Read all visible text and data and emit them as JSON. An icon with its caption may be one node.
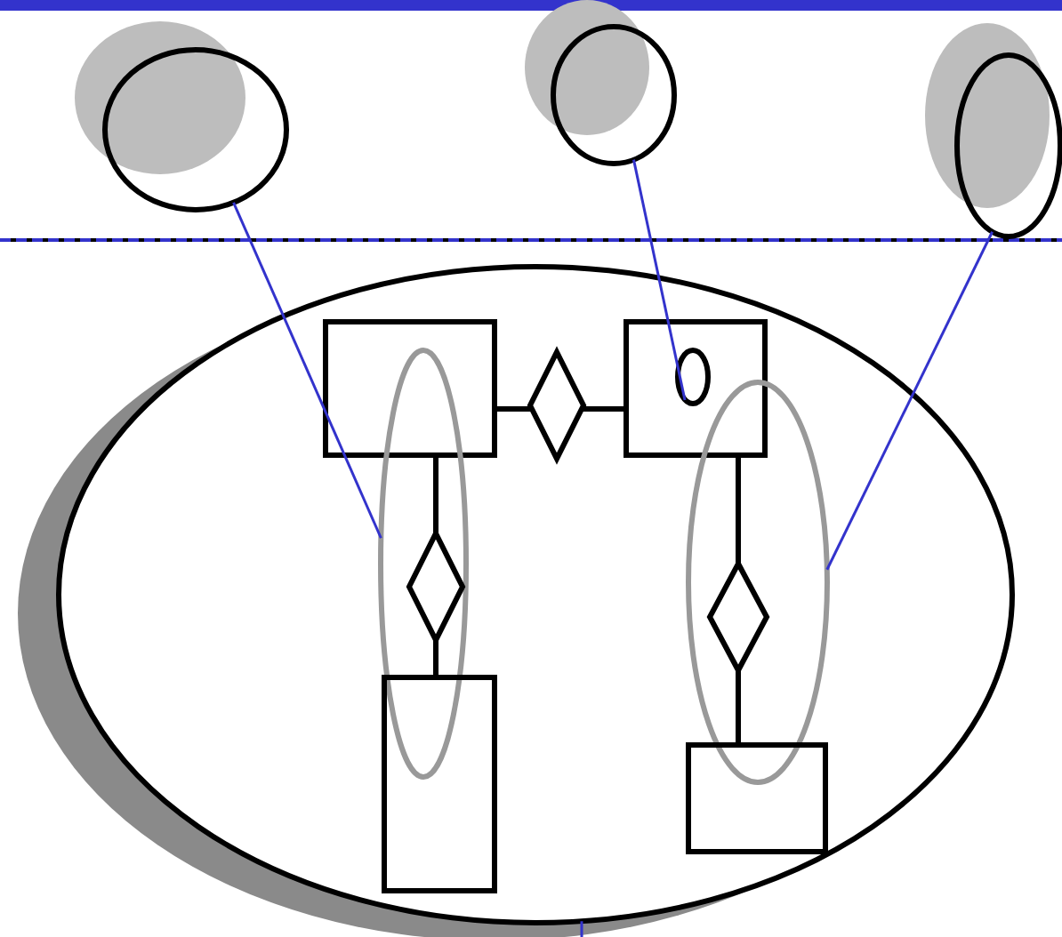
{
  "diagram": {
    "nodes": [
      {
        "text": [],
        "shape": "circle"
      },
      {
        "text": [],
        "shape": "circle"
      },
      {
        "text": [],
        "shape": "circle"
      },
      {
        "text": [],
        "shape": "circle"
      },
      {
        "text": [],
        "shape": "box",
        "in": 3
      },
      {
        "text": [],
        "shape": "diamond",
        "in": 3
      },
      {
        "text": [],
        "shape": "box",
        "in": 3
      },
      {
        "text": [],
        "shape": "circle",
        "in": 6
      },
      {
        "text": [],
        "shape": "circle",
        "in": 3
      },
      {
        "text": [],
        "shape": "diamond",
        "in": 8
      },
      {
        "text": [],
        "shape": "box",
        "in": 3
      },
      {
        "text": [],
        "shape": "circle",
        "in": 3
      },
      {
        "text": [],
        "shape": "diamond",
        "in": 11
      },
      {
        "text": [],
        "shape": "box",
        "in": 3
      }
    ],
    "edges": [
      {
        "from": 0,
        "to": 8,
        "arrow": "none",
        "color": "#3333cc"
      },
      {
        "from": 1,
        "to": 7,
        "arrow": "none",
        "color": "#3333cc"
      },
      {
        "from": 2,
        "to": 11,
        "arrow": "none",
        "color": "#3333cc"
      },
      {
        "from": 4,
        "to": 5,
        "arrow": "none"
      },
      {
        "from": 5,
        "to": 6,
        "arrow": "none"
      },
      {
        "from": 4,
        "to": 9,
        "arrow": "none"
      },
      {
        "from": 9,
        "to": 10,
        "arrow": "none"
      },
      {
        "from": 6,
        "to": 12,
        "arrow": "none"
      },
      {
        "from": 12,
        "to": 13,
        "arrow": "none"
      },
      {
        "from": 3,
        "to": null,
        "arrow": "none",
        "color": "#3333cc"
      }
    ]
  }
}
